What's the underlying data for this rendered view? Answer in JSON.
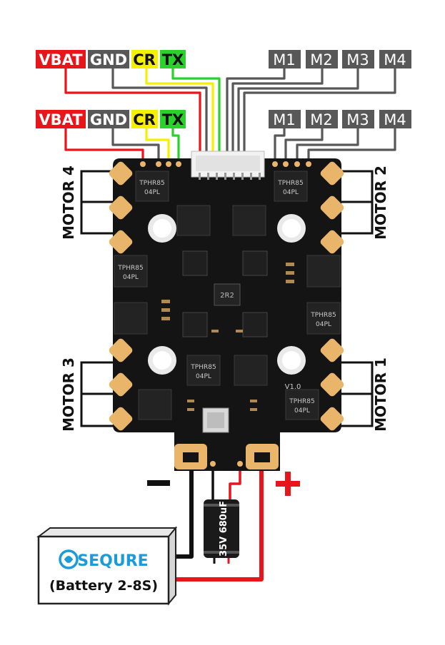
{
  "labels_top": {
    "vbat": "VBAT",
    "gnd": "GND",
    "cr": "CR",
    "tx": "TX",
    "m1": "M1",
    "m2": "M2",
    "m3": "M3",
    "m4": "M4"
  },
  "labels_mid": {
    "vbat": "VBAT",
    "gnd": "GND",
    "cr": "CR",
    "tx": "TX",
    "m1": "M1",
    "m2": "M2",
    "m3": "M3",
    "m4": "M4"
  },
  "motors": {
    "motor1": "MOTOR 1",
    "motor2": "MOTOR 2",
    "motor3": "MOTOR 3",
    "motor4": "MOTOR 4"
  },
  "capacitor": "35V 680uF",
  "polarity": {
    "minus": "-",
    "plus": "+"
  },
  "battery": {
    "brand": "SEQURE",
    "label": "(Battery 2-8S)"
  },
  "chips": {
    "mosfet": "TPHR85",
    "mosfet_sub": "04PL",
    "version": "V1.0",
    "inductor": "2R2"
  },
  "colors": {
    "vbat": "#e8151b",
    "gnd": "#585858",
    "cr": "#f5ef00",
    "tx": "#2bd12b",
    "motor_tag": "#585858",
    "pad": "#e8b56a",
    "board": "#141414",
    "sequre": "#1b9bd8"
  }
}
